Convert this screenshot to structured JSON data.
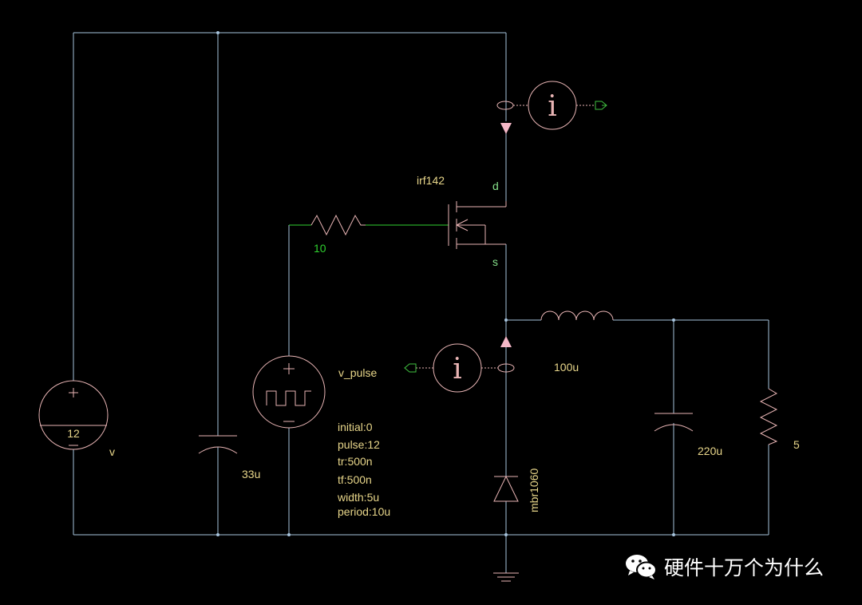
{
  "colors": {
    "background": "#000000",
    "wire": "#a6c3dc",
    "component": "#e8b4b4",
    "label": "#e8d68a",
    "node_label": "#86e08a",
    "gate_wire": "#2fd12f",
    "probe": "#3fbf3f",
    "arrow": "#f5b8c8",
    "watermark": "#ffffff"
  },
  "components": {
    "vsource": {
      "value": "12",
      "name": "v"
    },
    "c_in": {
      "value": "33u"
    },
    "r_gate": {
      "value": "10"
    },
    "mosfet": {
      "model": "irf142",
      "drain": "d",
      "source": "s"
    },
    "pulse": {
      "name": "v_pulse",
      "params": [
        "initial:0",
        "pulse:12",
        "tr:500n",
        "tf:500n",
        "width:5u",
        "period:10u"
      ]
    },
    "inductor": {
      "value": "100u"
    },
    "c_out": {
      "value": "220u"
    },
    "r_load": {
      "value": "5"
    },
    "diode": {
      "model": "mbr1060"
    },
    "current_probe_top": {
      "symbol": "i"
    },
    "current_probe_mid": {
      "symbol": "i"
    }
  },
  "watermark": {
    "text": "硬件十万个为什么",
    "icon": "wechat-icon"
  }
}
